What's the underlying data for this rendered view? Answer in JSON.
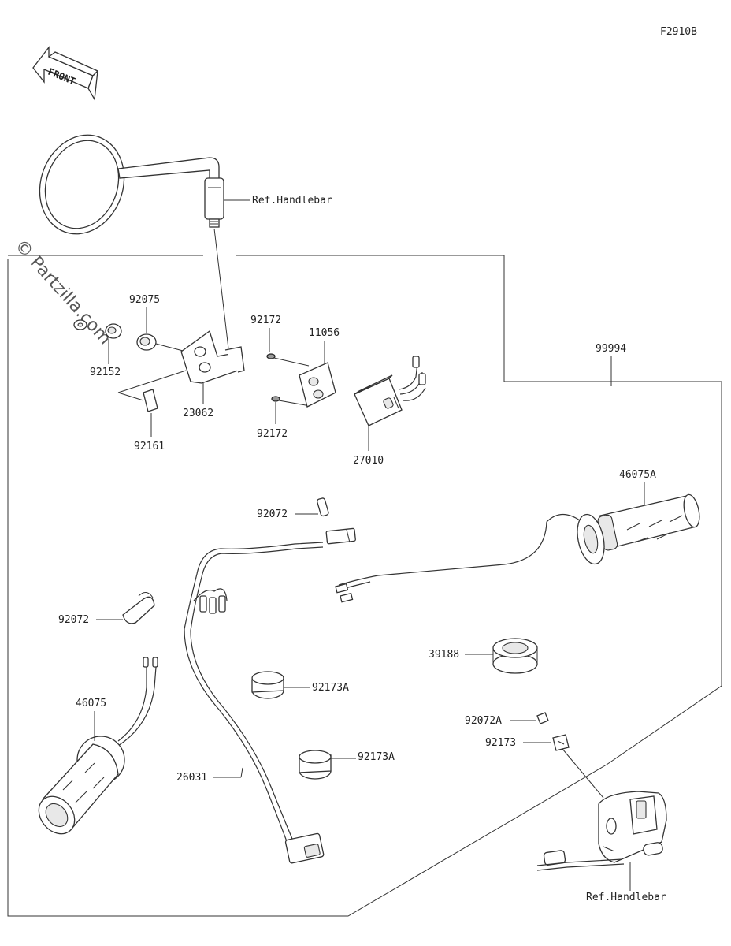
{
  "figure_code": "F2910B",
  "front_label": "FRONT",
  "watermark": "© Partzilla.com",
  "ref_labels": {
    "handlebar_top": "Ref.Handlebar",
    "handlebar_bottom": "Ref.Handlebar"
  },
  "part_labels": {
    "p92152": "92152",
    "p92075": "92075",
    "p92161": "92161",
    "p23062": "23062",
    "p92172_top": "92172",
    "p11056": "11056",
    "p92172_bottom": "92172",
    "p27010": "27010",
    "p99994": "99994",
    "p46075A": "46075A",
    "p92072_top": "92072",
    "p92072_left": "92072",
    "p39188": "39188",
    "p92173A_top": "92173A",
    "p92173A_bottom": "92173A",
    "p46075": "46075",
    "p26031": "26031",
    "p92072A": "92072A",
    "p92173": "92173"
  }
}
